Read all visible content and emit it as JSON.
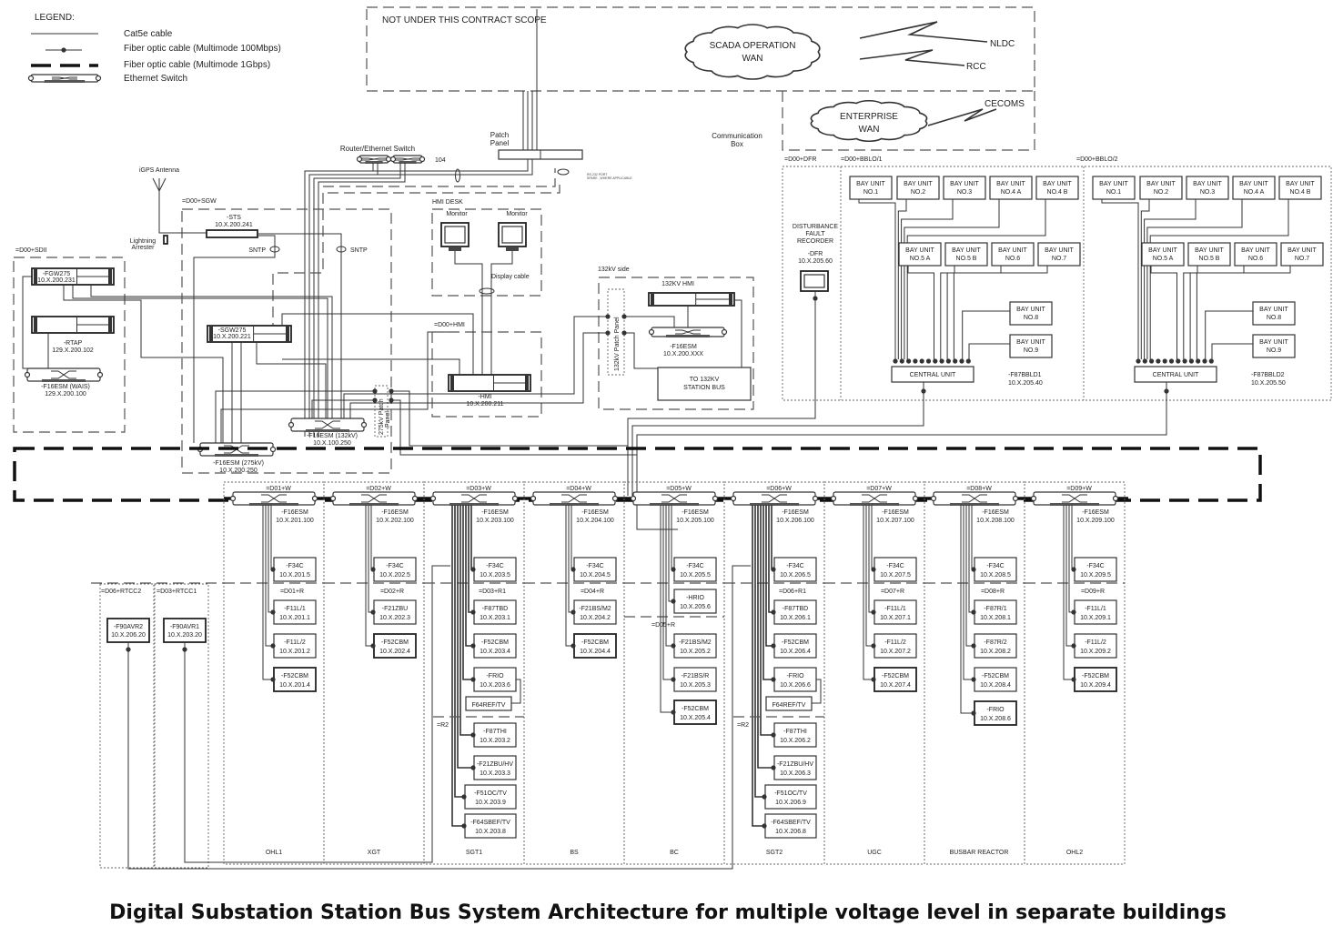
{
  "legend": {
    "title": "LEGEND:",
    "items": [
      "Cat5e cable",
      "Fiber optic cable (Multimode 100Mbps)",
      "Fiber optic cable (Multimode 1Gbps)",
      "Ethernet Switch"
    ]
  },
  "scope": {
    "not_under_contract": "NOT UNDER THIS CONTRACT SCOPE",
    "scada_wan": [
      "SCADA OPERATION",
      "WAN"
    ],
    "nldc": "NLDC",
    "rcc": "RCC",
    "enterprise_wan": [
      "ENTERPRISE",
      "WAN"
    ],
    "cecoms": "CECOMS"
  },
  "comms": {
    "router_switch": "Router/Ethernet Switch",
    "patch_panel": [
      "Patch",
      "Panel"
    ],
    "cable_104": "104",
    "communication_box": [
      "Communication",
      "Box"
    ],
    "rs232": [
      "RS-232 PORT",
      "SPARE , WHERE APPLICABLE"
    ]
  },
  "sdii": {
    "panel": "=D00+SDII",
    "fgw": [
      "-FGW275",
      "10.X.200.231"
    ],
    "rtap": [
      "-RTAP",
      "129.X.200.102"
    ],
    "esm": [
      "-F16ESM (WAIS)",
      "129.X.200.100"
    ]
  },
  "sgw": {
    "panel": "=D00+SGW",
    "gps": "iGPS Antenna",
    "arrester": [
      "Lightning",
      "Arrester"
    ],
    "sts": [
      "-STS",
      "10.X.200.241"
    ],
    "sntp": "SNTP",
    "sgw275": [
      "-SGW275",
      "10.X.200.221"
    ],
    "esm275": [
      "-F16ESM (275kV)",
      "10.X.200.250"
    ],
    "esm132": [
      "-F16ESM (132kV)",
      "10.X.100.250"
    ],
    "patch275": [
      "275kV Patch",
      "Panel"
    ]
  },
  "hmi": {
    "desk": "HMI DESK",
    "monitor": "Monitor",
    "display_cable": "Display cable",
    "panel": "=D00+HMI",
    "device": [
      "-HMI",
      "10.X.200.211"
    ]
  },
  "kv132": {
    "side": "132kV side",
    "hmi": "132KV HMI",
    "patch": "132kV Patch Panel",
    "esm": [
      "-F16ESM",
      "10.X.200.XXX"
    ],
    "station_bus": [
      "TO 132KV",
      "STATION BUS"
    ]
  },
  "dfr": {
    "panel": "=D00+DFR",
    "label": [
      "DISTURBANCE",
      "FAULT",
      "RECORDER"
    ],
    "device": [
      "-DFR",
      "10.X.205.60"
    ]
  },
  "busbar_protection": [
    {
      "panel": "=D00+BBLO/1",
      "units": [
        [
          "BAY UNIT",
          "NO.1"
        ],
        [
          "BAY UNIT",
          "NO.2"
        ],
        [
          "BAY UNIT",
          "NO.3"
        ],
        [
          "BAY UNIT",
          "NO.4  A"
        ],
        [
          "BAY UNIT",
          "NO.4  B"
        ],
        [
          "BAY UNIT",
          "NO.5  A"
        ],
        [
          "BAY UNIT",
          "NO.5  B"
        ],
        [
          "BAY UNIT",
          "NO.6"
        ],
        [
          "BAY UNIT",
          "NO.7"
        ],
        [
          "BAY UNIT",
          "NO.8"
        ],
        [
          "BAY UNIT",
          "NO.9"
        ]
      ],
      "central": "CENTRAL UNIT",
      "device": [
        "-F87BBLD1",
        "10.X.205.40"
      ]
    },
    {
      "panel": "=D00+BBLO/2",
      "units": [
        [
          "BAY UNIT",
          "NO.1"
        ],
        [
          "BAY UNIT",
          "NO.2"
        ],
        [
          "BAY UNIT",
          "NO.3"
        ],
        [
          "BAY UNIT",
          "NO.4  A"
        ],
        [
          "BAY UNIT",
          "NO.4  B"
        ],
        [
          "BAY UNIT",
          "NO.5  A"
        ],
        [
          "BAY UNIT",
          "NO.5  B"
        ],
        [
          "BAY UNIT",
          "NO.6"
        ],
        [
          "BAY UNIT",
          "NO.7"
        ],
        [
          "BAY UNIT",
          "NO.8"
        ],
        [
          "BAY UNIT",
          "NO.9"
        ]
      ],
      "central": "CENTRAL UNIT",
      "device": [
        "-F87BBLD2",
        "10.X.205.50"
      ]
    }
  ],
  "rtcc": [
    {
      "panel": "=D06+RTCC2",
      "device": [
        "-F90AVR2",
        "10.X.206.20"
      ]
    },
    {
      "panel": "=D03+RTCC1",
      "device": [
        "-F90AVR1",
        "10.X.203.20"
      ]
    }
  ],
  "bays": [
    {
      "name": "OHL1",
      "panel_w": "=D01+W",
      "panel_r": "=D01+R",
      "esm": [
        "-F16ESM",
        "10.X.201.100"
      ],
      "devices": [
        [
          "-F34C",
          "10.X.201.5"
        ],
        [
          "-F11L/1",
          "10.X.201.1"
        ],
        [
          "-F11L/2",
          "10.X.201.2"
        ],
        [
          "-F52CBM",
          "10.X.201.4"
        ]
      ]
    },
    {
      "name": "XGT",
      "panel_w": "=D02+W",
      "panel_r": "=D02+R",
      "esm": [
        "-F16ESM",
        "10.X.202.100"
      ],
      "devices": [
        [
          "-F34C",
          "10.X.202.5"
        ],
        [
          "-F21ZBU",
          "10.X.202.3"
        ],
        [
          "-F52CBM",
          "10.X.202.4"
        ]
      ]
    },
    {
      "name": "SGT1",
      "panel_w": "=D03+W",
      "panel_r": "=D03+R1",
      "panel_r2": "=R2",
      "esm": [
        "-F16ESM",
        "10.X.203.100"
      ],
      "aux": "F64REF/TV",
      "devices": [
        [
          "-F34C",
          "10.X.203.5"
        ],
        [
          "-F87TBD",
          "10.X.203.1"
        ],
        [
          "-F52CBM",
          "10.X.203.4"
        ],
        [
          "-FRIO",
          "10.X.203.6"
        ],
        [
          "-F87THI",
          "10.X.203.2"
        ],
        [
          "-F21ZBU/HV",
          "10.X.203.3"
        ],
        [
          "-F51OC/TV",
          "10.X.203.9"
        ],
        [
          "-F64SBEF/TV",
          "10.X.203.8"
        ]
      ]
    },
    {
      "name": "BS",
      "panel_w": "=D04+W",
      "panel_r": "=D04+R",
      "esm": [
        "-F16ESM",
        "10.X.204.100"
      ],
      "devices": [
        [
          "-F34C",
          "10.X.204.5"
        ],
        [
          "-F21BS/M2",
          "10.X.204.2"
        ],
        [
          "-F52CBM",
          "10.X.204.4"
        ]
      ]
    },
    {
      "name": "BC",
      "panel_w": "=D05+W",
      "panel_r": "=D05+R",
      "esm": [
        "-F16ESM",
        "10.X.205.100"
      ],
      "devices": [
        [
          "-F34C",
          "10.X.205.5"
        ],
        [
          "-HRIO",
          "10.X.205.6"
        ],
        [
          "-F21BS/M2",
          "10.X.205.2"
        ],
        [
          "-F21BS/R",
          "10.X.205.3"
        ],
        [
          "-F52CBM",
          "10.X.205.4"
        ]
      ]
    },
    {
      "name": "SGT2",
      "panel_w": "=D06+W",
      "panel_r": "=D06+R1",
      "panel_r2": "=R2",
      "esm": [
        "-F16ESM",
        "10.X.206.100"
      ],
      "aux": "F64REF/TV",
      "devices": [
        [
          "-F34C",
          "10.X.206.5"
        ],
        [
          "-F87TBD",
          "10.X.206.1"
        ],
        [
          "-F52CBM",
          "10.X.206.4"
        ],
        [
          "-FRIO",
          "10.X.206.6"
        ],
        [
          "-F87THI",
          "10.X.206.2"
        ],
        [
          "-F21ZBU/HV",
          "10.X.206.3"
        ],
        [
          "-F51OC/TV",
          "10.X.206.9"
        ],
        [
          "-F64SBEF/TV",
          "10.X.206.8"
        ]
      ]
    },
    {
      "name": "UGC",
      "panel_w": "=D07+W",
      "panel_r": "=D07+R",
      "esm": [
        "-F16ESM",
        "10.X.207.100"
      ],
      "devices": [
        [
          "-F34C",
          "10.X.207.5"
        ],
        [
          "-F11L/1",
          "10.X.207.1"
        ],
        [
          "-F11L/2",
          "10.X.207.2"
        ],
        [
          "-F52CBM",
          "10.X.207.4"
        ]
      ]
    },
    {
      "name": "BUSBAR REACTOR",
      "panel_w": "=D08+W",
      "panel_r": "=D08+R",
      "esm": [
        "-F16ESM",
        "10.X.208.100"
      ],
      "devices": [
        [
          "-F34C",
          "10.X.208.5"
        ],
        [
          "-F87R/1",
          "10.X.208.1"
        ],
        [
          "-F87R/2",
          "10.X.208.2"
        ],
        [
          "-F52CBM",
          "10.X.208.4"
        ],
        [
          "-FRIO",
          "10.X.208.6"
        ]
      ]
    },
    {
      "name": "OHL2",
      "panel_w": "=D09+W",
      "panel_r": "=D09+R",
      "esm": [
        "-F16ESM",
        "10.X.209.100"
      ],
      "devices": [
        [
          "-F34C",
          "10.X.209.5"
        ],
        [
          "-F11L/1",
          "10.X.209.1"
        ],
        [
          "-F11L/2",
          "10.X.209.2"
        ],
        [
          "-F52CBM",
          "10.X.209.4"
        ]
      ]
    }
  ],
  "caption": "Digital Substation Station Bus System Architecture for multiple voltage level in separate buildings"
}
